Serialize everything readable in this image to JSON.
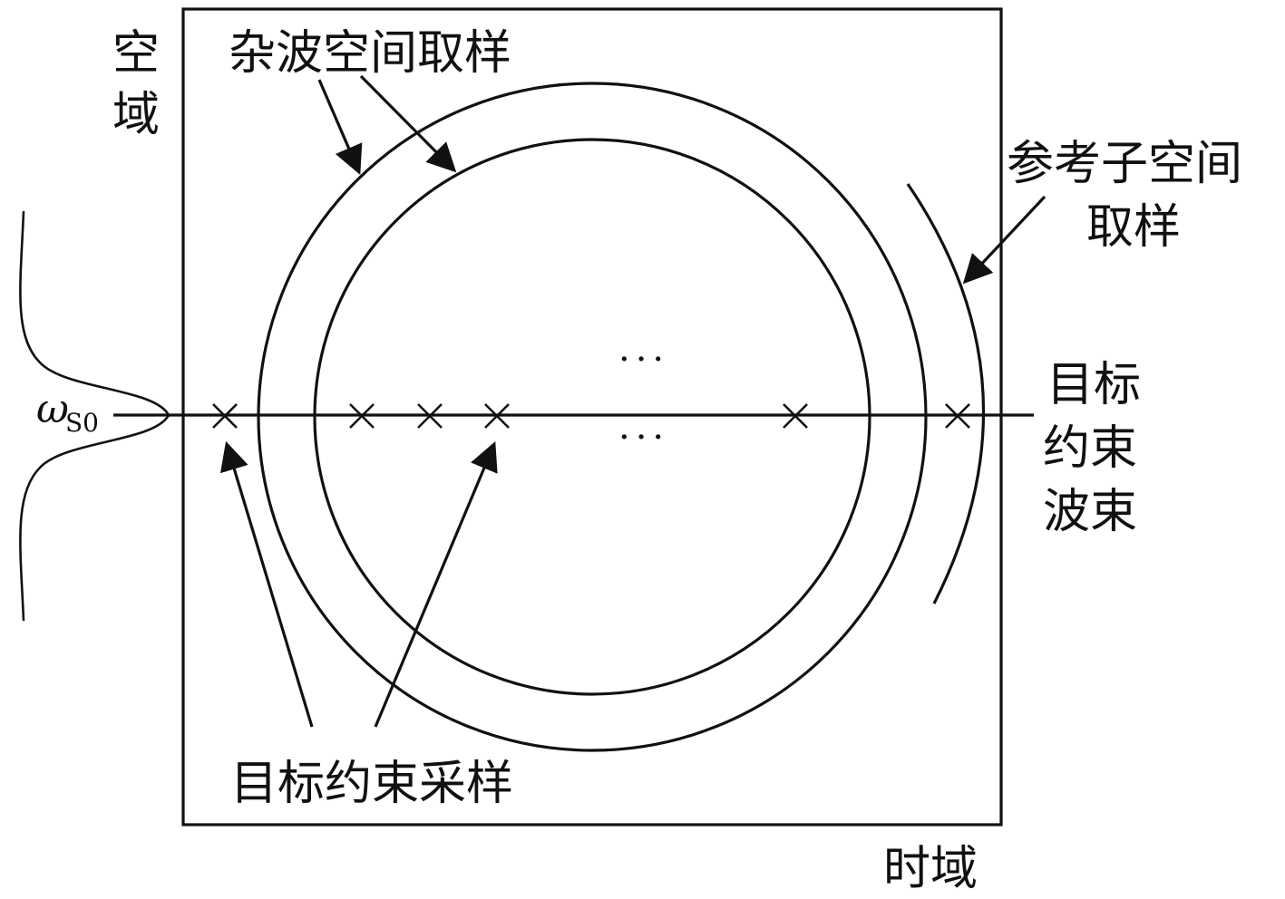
{
  "labels": {
    "spatial_domain_line1": "空",
    "spatial_domain_line2": "域",
    "time_domain": "时域",
    "clutter_sampling": "杂波空间取样",
    "reference_sampling_line1": "参考子空间",
    "reference_sampling_line2": "取样",
    "target_beam_line1": "目标",
    "target_beam_line2": "约束",
    "target_beam_line3": "波束",
    "target_constraint_sampling": "目标约束采样",
    "omega": "ω",
    "omega_subscript": "S0",
    "ellipsis_top": "···",
    "ellipsis_bottom": "···"
  },
  "icons": {
    "sample_marker": "cross-mark-icon",
    "pointer": "arrow-icon"
  },
  "colors": {
    "line": "#111111",
    "background": "#ffffff"
  }
}
